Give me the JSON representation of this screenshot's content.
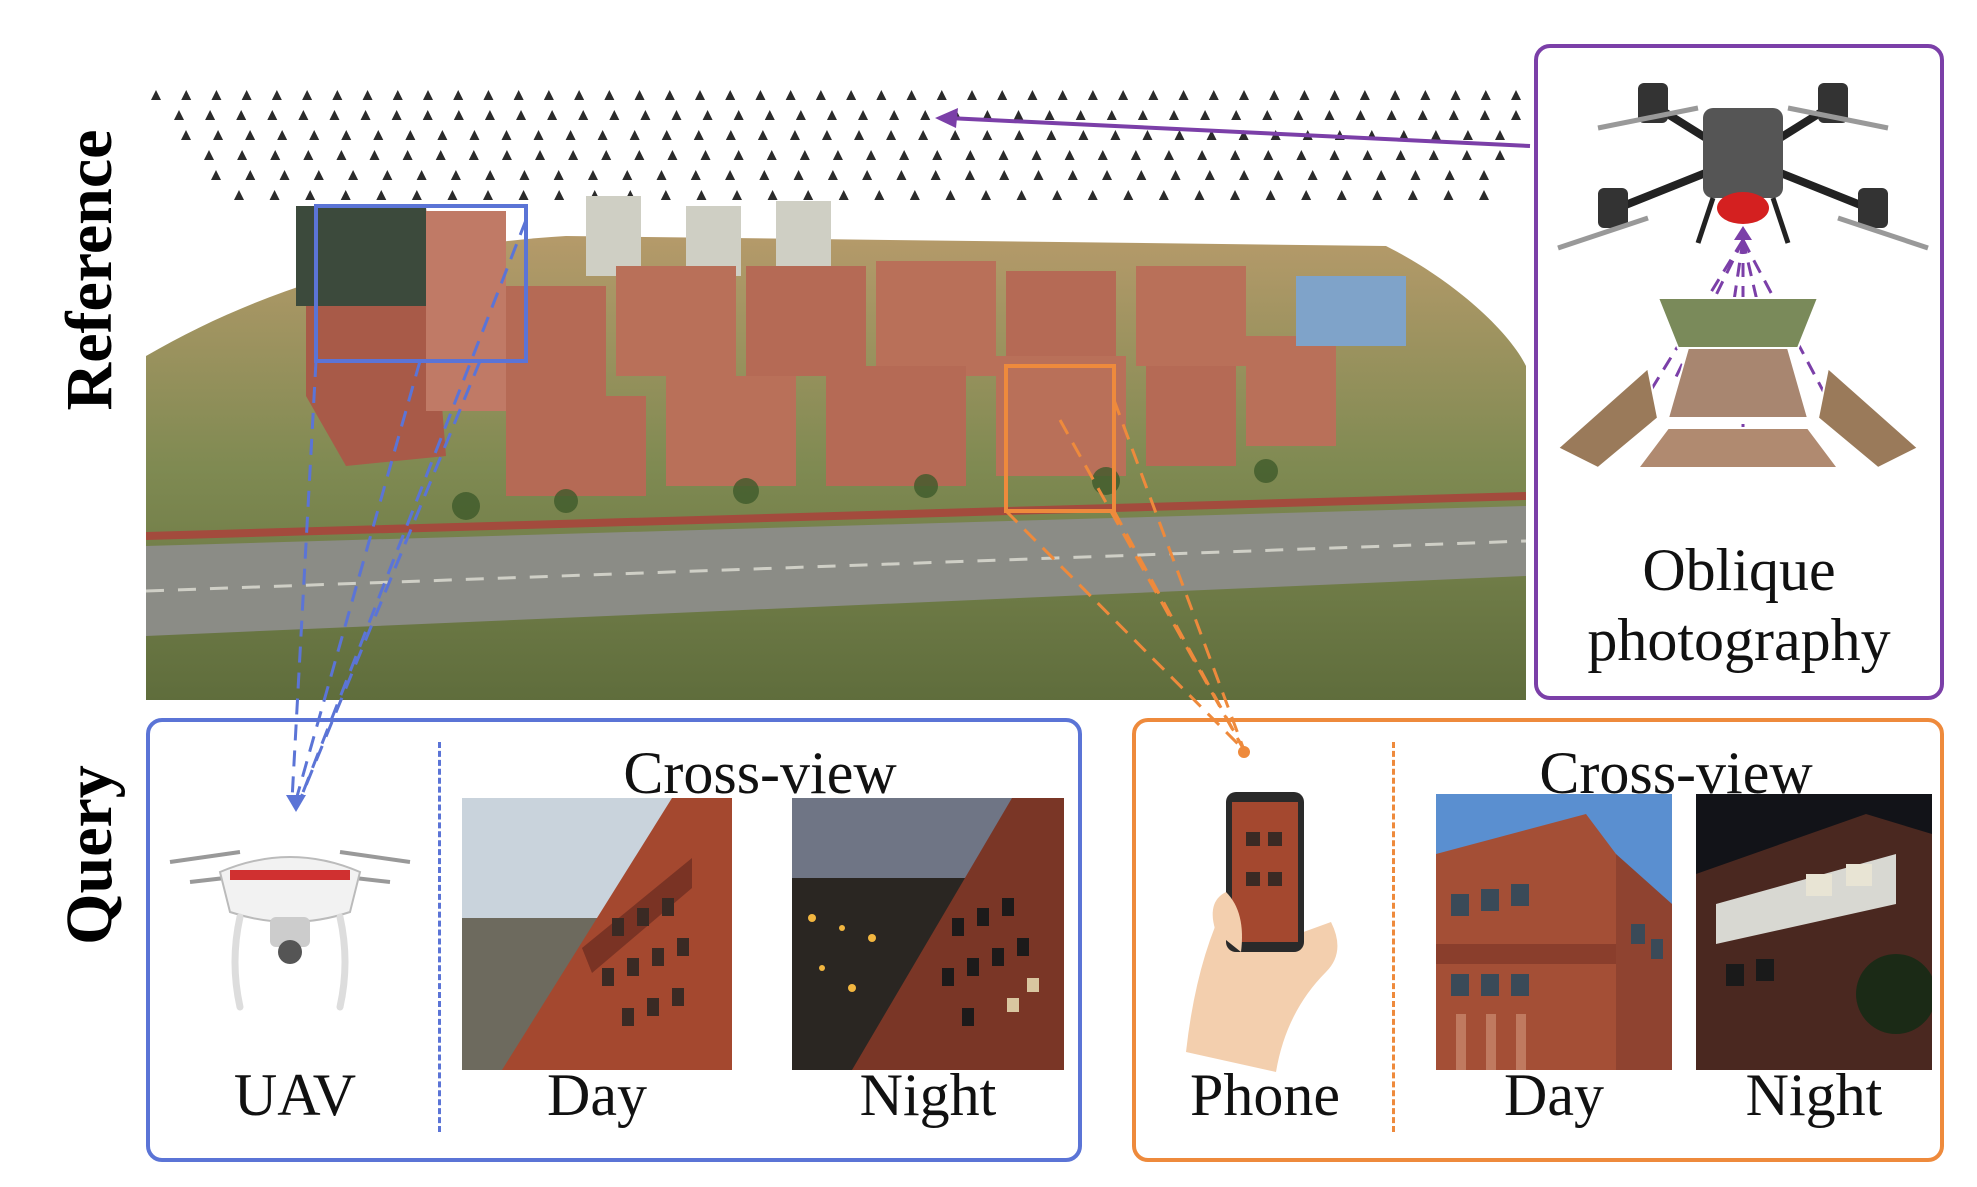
{
  "labels": {
    "reference": "Reference",
    "query": "Query"
  },
  "oblique": {
    "line1": "Oblique",
    "line2": "photography"
  },
  "uav_panel": {
    "device": "UAV",
    "crossview": "Cross-view",
    "day": "Day",
    "night": "Night"
  },
  "phone_panel": {
    "device": "Phone",
    "crossview": "Cross-view",
    "day": "Day",
    "night": "Night"
  },
  "colors": {
    "uav": "#5b74d6",
    "phone": "#ee8a3c",
    "oblique": "#7b3fa8"
  }
}
